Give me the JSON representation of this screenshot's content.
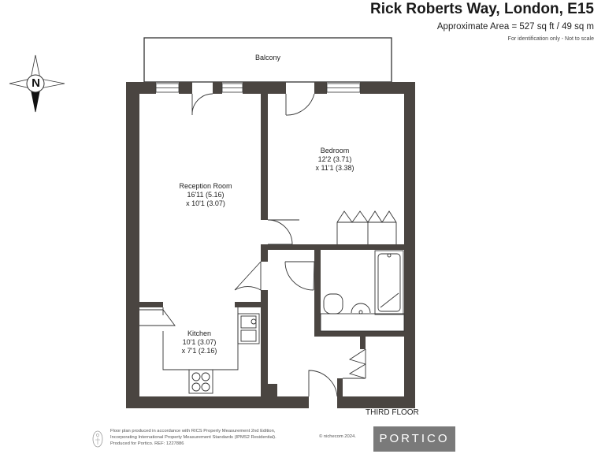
{
  "header": {
    "address": "Rick Roberts Way, London, E15",
    "area": "Approximate Area = 527 sq ft / 49 sq m",
    "disclaimer": "For identification only - Not to scale"
  },
  "compass": {
    "letter": "N"
  },
  "rooms": {
    "balcony": {
      "name": "Balcony"
    },
    "reception": {
      "name": "Reception Room",
      "dim1": "16'11 (5.16)",
      "dim2": "x 10'1 (3.07)"
    },
    "bedroom": {
      "name": "Bedroom",
      "dim1": "12'2 (3.71)",
      "dim2": "x 11'1 (3.38)"
    },
    "kitchen": {
      "name": "Kitchen",
      "dim1": "10'1 (3.07)",
      "dim2": "x 7'1 (2.16)"
    }
  },
  "floor_label": "THIRD FLOOR",
  "footer": {
    "line1": "Floor plan produced in accordance with RICS Property Measurement 2nd Edition,",
    "line2": "Incorporating International Property Measurement Standards (IPMS2 Residential).",
    "line3": "Produced for Portico.    REF: 1227886",
    "copyright": "© nichecom 2024.",
    "brand": "PORTICO"
  },
  "colors": {
    "wall": "#4a4541",
    "fixture": "#555555",
    "brand_bg": "#7a7a7a"
  }
}
